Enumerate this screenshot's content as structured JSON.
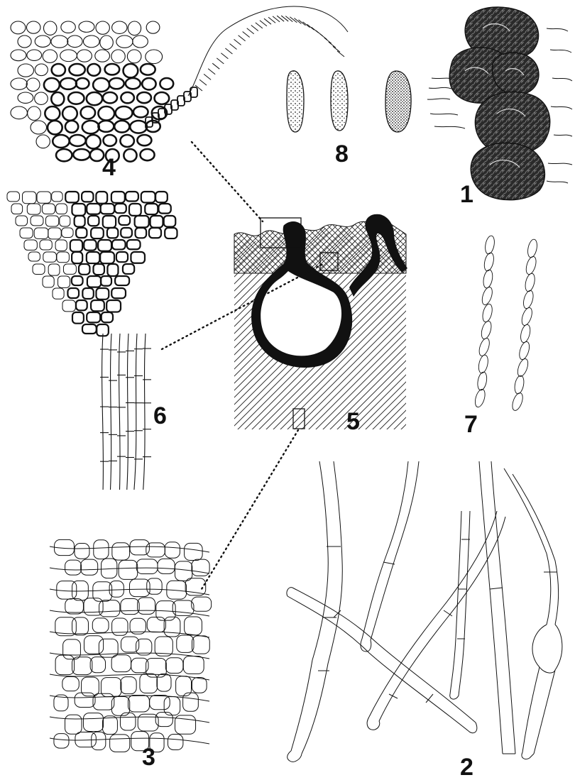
{
  "plate": {
    "ink_color": "#111111",
    "paper_color": "#ffffff",
    "figure_labels": {
      "fig1": "1",
      "fig2": "2",
      "fig3": "3",
      "fig4": "4",
      "fig5": "5",
      "fig6": "6",
      "fig7": "7",
      "fig8": "8"
    }
  }
}
